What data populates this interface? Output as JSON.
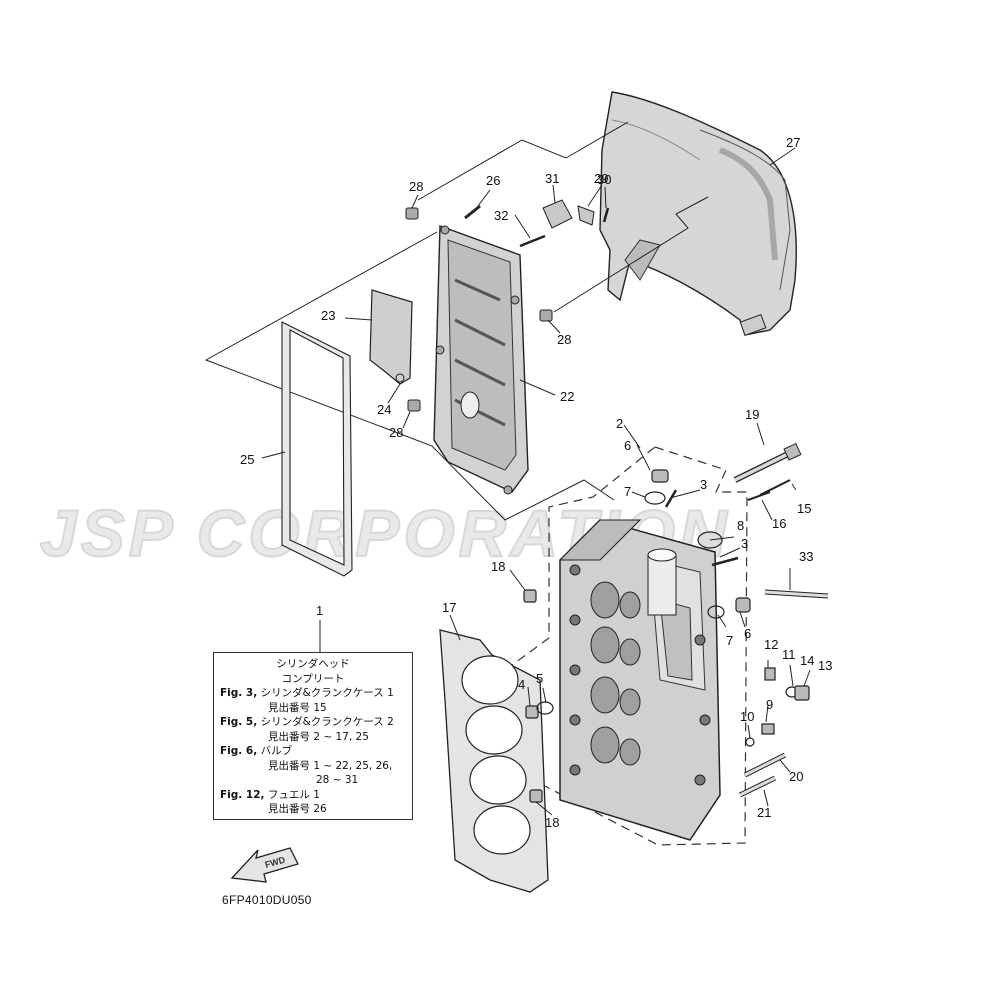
{
  "watermark": "JSP CORPORATION",
  "diagram_code": "6FP4010DU050",
  "fwd_label": "FWD",
  "info_box": {
    "title_line1": "シリンダヘッド",
    "title_line2": "コンプリート",
    "ref1_fig": "Fig. 3,",
    "ref1_text": "シリンダ&クランクケース 1",
    "ref1_detail": "見出番号 15",
    "ref2_fig": "Fig. 5,",
    "ref2_text": "シリンダ&クランクケース 2",
    "ref2_detail": "見出番号 2 ~ 17, 25",
    "ref3_fig": "Fig. 6,",
    "ref3_text": "バルブ",
    "ref3_detail": "見出番号 1 ~ 22, 25, 26,",
    "ref3_detail2": "28 ~ 31",
    "ref4_fig": "Fig. 12,",
    "ref4_text": "フュエル 1",
    "ref4_detail": "見出番号 26"
  },
  "callouts": [
    {
      "id": "c1",
      "label": "1"
    },
    {
      "id": "c2",
      "label": "2"
    },
    {
      "id": "c3a",
      "label": "3"
    },
    {
      "id": "c3b",
      "label": "3"
    },
    {
      "id": "c4",
      "label": "4"
    },
    {
      "id": "c5",
      "label": "5"
    },
    {
      "id": "c6a",
      "label": "6"
    },
    {
      "id": "c6b",
      "label": "6"
    },
    {
      "id": "c7a",
      "label": "7"
    },
    {
      "id": "c7b",
      "label": "7"
    },
    {
      "id": "c8",
      "label": "8"
    },
    {
      "id": "c9",
      "label": "9"
    },
    {
      "id": "c10",
      "label": "10"
    },
    {
      "id": "c11",
      "label": "11"
    },
    {
      "id": "c12",
      "label": "12"
    },
    {
      "id": "c13",
      "label": "13"
    },
    {
      "id": "c14",
      "label": "14"
    },
    {
      "id": "c15",
      "label": "15"
    },
    {
      "id": "c16",
      "label": "16"
    },
    {
      "id": "c17",
      "label": "17"
    },
    {
      "id": "c18a",
      "label": "18"
    },
    {
      "id": "c18b",
      "label": "18"
    },
    {
      "id": "c19",
      "label": "19"
    },
    {
      "id": "c20",
      "label": "20"
    },
    {
      "id": "c21",
      "label": "21"
    },
    {
      "id": "c22",
      "label": "22"
    },
    {
      "id": "c23",
      "label": "23"
    },
    {
      "id": "c24",
      "label": "24"
    },
    {
      "id": "c25",
      "label": "25"
    },
    {
      "id": "c26",
      "label": "26"
    },
    {
      "id": "c27",
      "label": "27"
    },
    {
      "id": "c28a",
      "label": "28"
    },
    {
      "id": "c28b",
      "label": "28"
    },
    {
      "id": "c28c",
      "label": "28"
    },
    {
      "id": "c29",
      "label": "29"
    },
    {
      "id": "c30",
      "label": "30"
    },
    {
      "id": "c31",
      "label": "31"
    },
    {
      "id": "c32",
      "label": "32"
    },
    {
      "id": "c33",
      "label": "33"
    }
  ],
  "colors": {
    "line": "#222222",
    "part_fill": "#dcdcdc",
    "part_dark": "#9a9a9a",
    "watermark": "#e9e9e9"
  }
}
